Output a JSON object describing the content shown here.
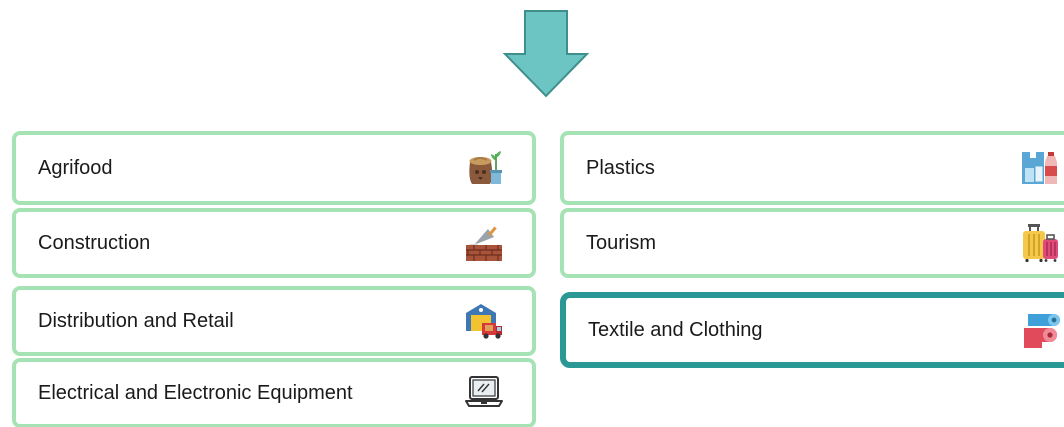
{
  "colors": {
    "arrow_fill": "#6cc5c3",
    "arrow_stroke": "#3f8f8d",
    "box_border": "#a6e3b4",
    "highlight_border": "#2a9995"
  },
  "left_sectors": [
    {
      "label": "Agrifood",
      "icon": "sack-plant-icon"
    },
    {
      "label": "Construction",
      "icon": "brick-trowel-icon"
    },
    {
      "label": "Distribution and Retail",
      "icon": "warehouse-truck-icon"
    },
    {
      "label": "Electrical and Electronic Equipment",
      "icon": "laptop-icon"
    }
  ],
  "right_sectors": [
    {
      "label": "Plastics",
      "icon": "plastic-bottles-icon"
    },
    {
      "label": "Tourism",
      "icon": "luggage-icon"
    },
    {
      "label": "Textile and Clothing",
      "icon": "fabric-roll-icon",
      "highlighted": true
    }
  ]
}
